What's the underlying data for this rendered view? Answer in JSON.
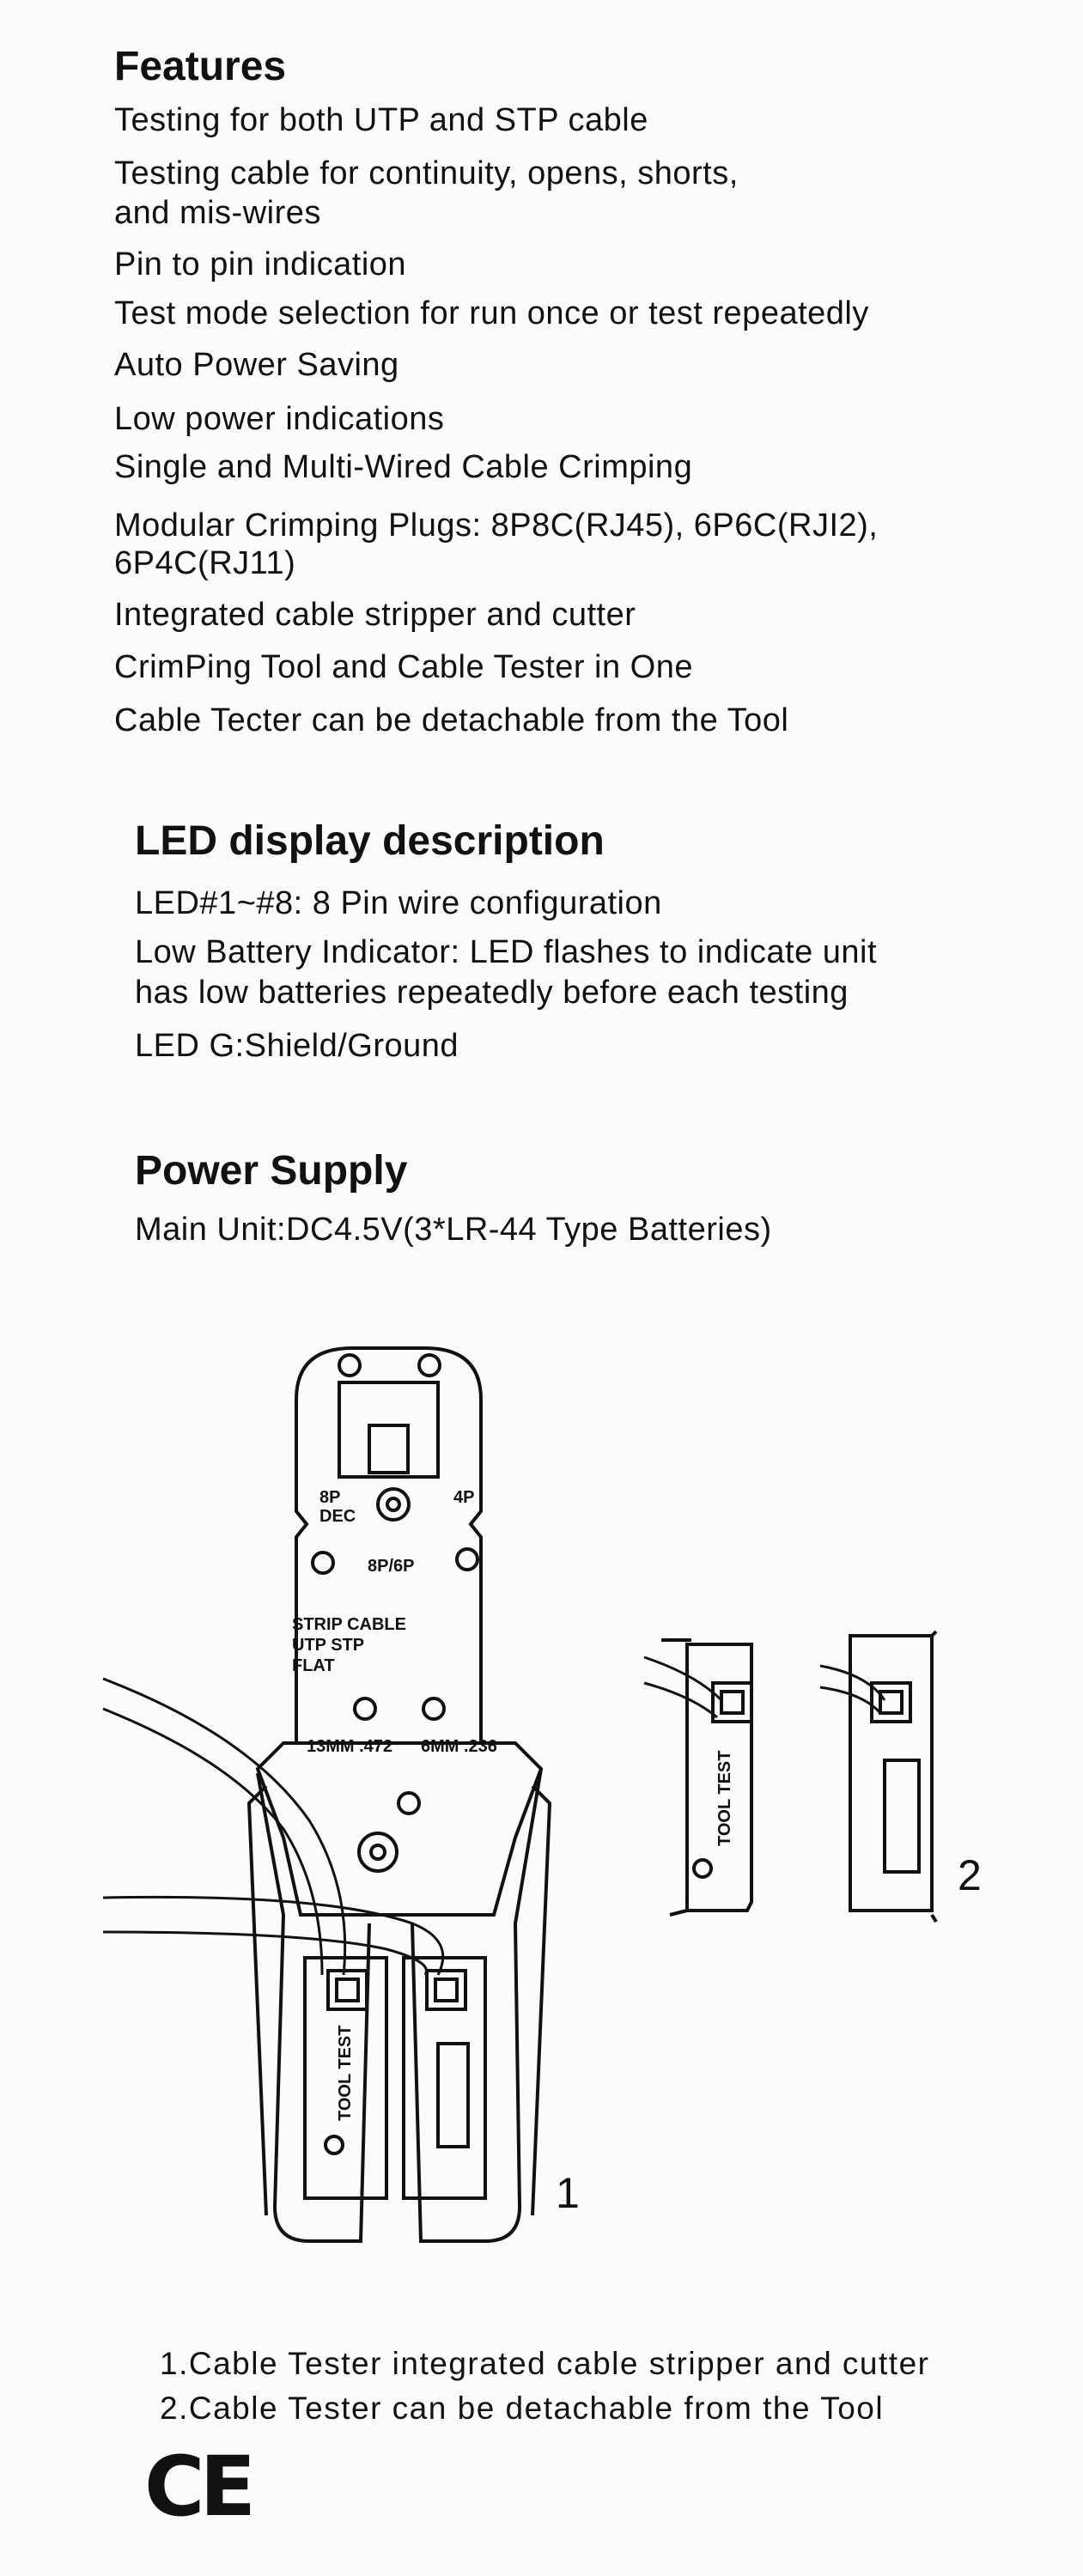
{
  "features": {
    "heading": "Features",
    "items": [
      "Testing for both UTP and STP cable",
      "Testing cable for continuity,  opens,  shorts,",
      "and mis-wires",
      "Pin to pin indication",
      "Test mode selection for run once or test  repeatedly",
      "Auto Power Saving",
      "Low power indications",
      "Single and Multi-Wired Cable Crimping",
      "Modular Crimping Plugs:  8P8C(RJ45),  6P6C(RJI2),",
      "6P4C(RJ11)",
      "Integrated cable stripper and cutter",
      "CrimPing Tool and Cable Tester in One",
      "Cable Tecter can be detachable from the Tool"
    ]
  },
  "led": {
    "heading": "LED display description",
    "items": [
      "LED#1~#8: 8 Pin wire configuration",
      "Low Battery Indicator: LED flashes to indicate unit",
      "has low batteries repeatedly before each testing",
      "LED G:Shield/Ground"
    ]
  },
  "power": {
    "heading": "Power Supply",
    "items": [
      "Main Unit:DC4.5V(3*LR-44 Type Batteries)"
    ]
  },
  "illustration": {
    "tool_labels": [
      "8P",
      "DEC",
      "4P",
      "8P/6P",
      "STRIP CABLE",
      "UTP STP",
      "FLAT",
      "13MM .472",
      "6MM .236"
    ],
    "tester_label": "TOOL TEST",
    "figure_numbers": [
      "1",
      "2"
    ]
  },
  "captions": [
    "1.Cable Tester integrated cable stripper and cutter",
    "2.Cable Tester can be detachable from the Tool"
  ],
  "ce_mark": "CE"
}
